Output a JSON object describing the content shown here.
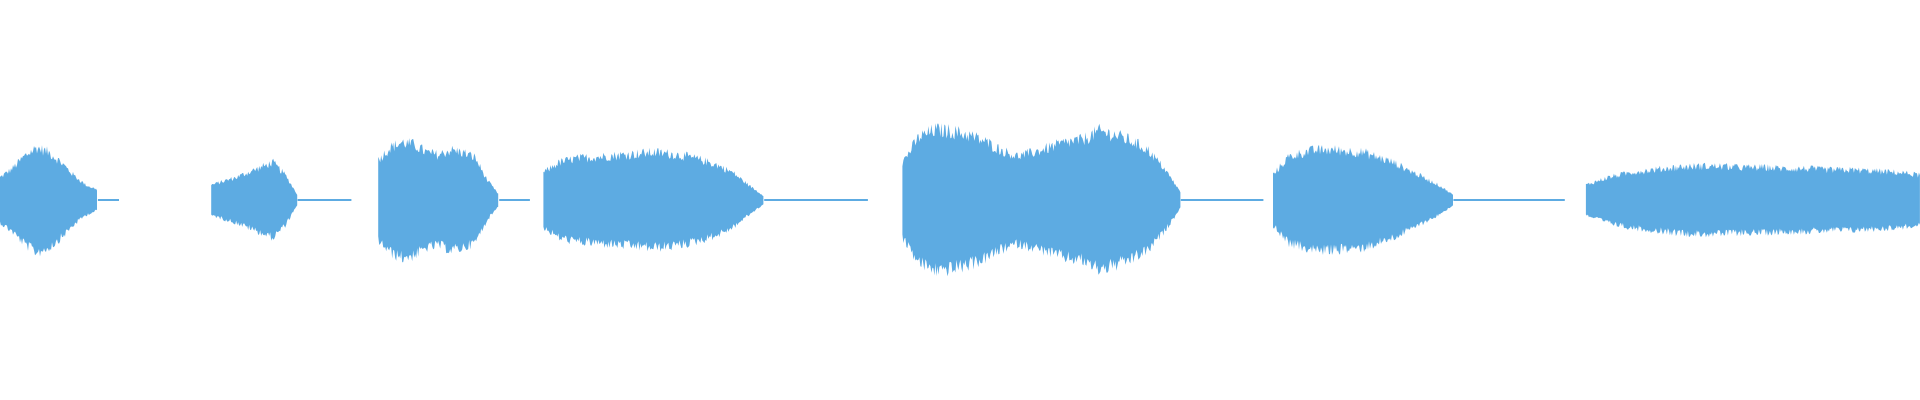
{
  "waveform": {
    "color": "#5dabe2",
    "background": "#ffffff",
    "duration_units": 1,
    "amplitude_max": 1,
    "silence_amplitude": 0.004,
    "segments": [
      {
        "start": 0.0,
        "end": 0.051,
        "envelope": [
          0.18,
          0.25,
          0.35,
          0.42,
          0.38,
          0.3,
          0.2,
          0.12,
          0.08
        ]
      },
      {
        "start": 0.11,
        "end": 0.155,
        "envelope": [
          0.12,
          0.15,
          0.18,
          0.22,
          0.26,
          0.3,
          0.2,
          0.04
        ]
      },
      {
        "start": 0.197,
        "end": 0.26,
        "envelope": [
          0.32,
          0.42,
          0.46,
          0.44,
          0.38,
          0.36,
          0.4,
          0.38,
          0.34,
          0.16,
          0.04
        ]
      },
      {
        "start": 0.283,
        "end": 0.398,
        "envelope": [
          0.22,
          0.3,
          0.33,
          0.34,
          0.35,
          0.36,
          0.37,
          0.38,
          0.37,
          0.35,
          0.32,
          0.28,
          0.22,
          0.12,
          0.03
        ]
      },
      {
        "start": 0.47,
        "end": 0.615,
        "envelope": [
          0.3,
          0.5,
          0.56,
          0.55,
          0.52,
          0.47,
          0.4,
          0.35,
          0.38,
          0.42,
          0.46,
          0.48,
          0.55,
          0.52,
          0.47,
          0.4,
          0.25,
          0.06
        ]
      },
      {
        "start": 0.663,
        "end": 0.757,
        "envelope": [
          0.2,
          0.34,
          0.38,
          0.4,
          0.4,
          0.39,
          0.38,
          0.34,
          0.3,
          0.24,
          0.18,
          0.12,
          0.04
        ]
      },
      {
        "start": 0.826,
        "end": 1.0,
        "envelope": [
          0.12,
          0.18,
          0.22,
          0.24,
          0.26,
          0.27,
          0.27,
          0.26,
          0.26,
          0.25,
          0.25,
          0.24,
          0.24,
          0.23,
          0.22,
          0.2
        ]
      }
    ],
    "silence_tails": [
      {
        "start": 0.051,
        "end": 0.062
      },
      {
        "start": 0.155,
        "end": 0.183
      },
      {
        "start": 0.26,
        "end": 0.276
      },
      {
        "start": 0.398,
        "end": 0.452
      },
      {
        "start": 0.615,
        "end": 0.658
      },
      {
        "start": 0.757,
        "end": 0.815
      }
    ]
  }
}
